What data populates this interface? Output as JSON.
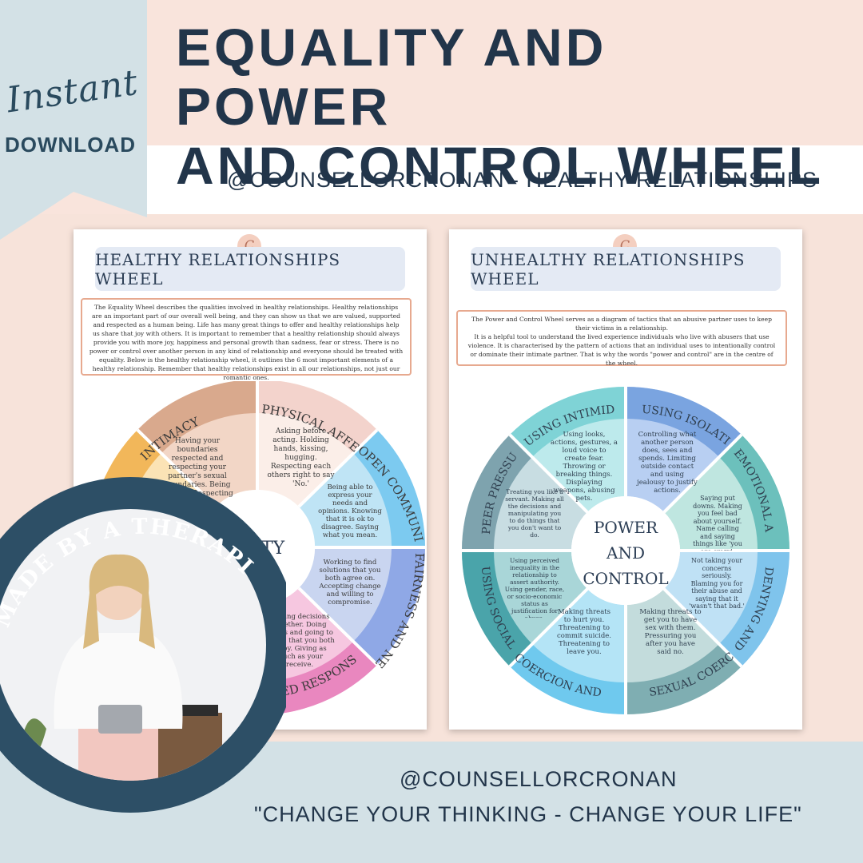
{
  "header": {
    "instant": "Instant",
    "download": "DOWNLOAD",
    "title_line1": "EQUALITY AND POWER",
    "title_line2": "AND CONTROL WHEEL",
    "subtitle": "@COUNSELLORCRONAN - HEALTHY RELATIONSHIPS"
  },
  "healthy_card": {
    "title": "HEALTHY RELATIONSHIPS WHEEL",
    "description": "The Equality Wheel describes the qualities involved in healthy relationships. Healthy relationships are an important part of our overall well being, and they can show us that we are valued, supported and respected as a human being. Life has many great things to offer and healthy relationships help us share that joy with others. It is important to remember that a healthy relationship should always provide you with more joy, happiness and personal growth than sadness, fear or stress. There is no power or control over another person in any kind of relationship and everyone should be treated with equality. Below is the healthy relationship wheel, it outlines the 6 most important elements of a healthy relationship. Remember that healthy relationships exist in all our relationships, not just our romantic ones.",
    "center": "ALITY",
    "segments": [
      {
        "label": "INTIMACY",
        "text": "Having your boundaries respected and respecting your partner's sexual boundaries. Being faithful. Respecting privacy."
      },
      {
        "label": "PHYSICAL AFFECTION",
        "text": "Asking before acting. Holding hands, kissing, hugging. Respecting each others right to say 'No.'"
      },
      {
        "label": "OPEN COMMUNICATION",
        "text": "Being able to express your needs and opinions. Knowing that it is ok to disagree. Saying what you mean."
      },
      {
        "label": "FAIRNESS AND NEGOTIATION",
        "text": "Working to find solutions that you both agree on. Accepting change and willing to compromise."
      },
      {
        "label": "SHARED RESPONSIBILITY",
        "text": "Making decisions together. Doing things and going to places that you both enjoy. Giving as much as your receive."
      }
    ]
  },
  "unhealthy_card": {
    "title": "UNHEALTHY RELATIONSHIPS WHEEL",
    "description_lines": [
      "The Power and Control Wheel serves as a diagram of tactics that an abusive partner uses to keep their victims in a relationship.",
      "It is a helpful tool to understand the lived experience individuals who live with abusers that use violence. It is characterised by the pattern of actions that an individual uses to intentionally control or dominate their intimate partner. That is why the words \"power and control\" are in the centre of the wheel."
    ],
    "center": [
      "POWER",
      "AND",
      "CONTROL"
    ],
    "segments": [
      {
        "label": "USING ISOLATION",
        "text": "Controlling what another person does, sees and spends. Limiting outside contact and using jealousy to justify actions."
      },
      {
        "label": "EMOTIONAL ABUSE",
        "text": "Saying put downs. Making you feel bad about yourself. Name calling and saying things like 'you are crazy'."
      },
      {
        "label": "DENYING AND BLAMING",
        "text": "Not taking your concerns seriously. Blaming you for their abuse and saying that it 'wasn't that bad.'"
      },
      {
        "label": "SEXUAL COERCION",
        "text": "Making threats to get you to have sex with them. Pressuring you after you have said no."
      },
      {
        "label": "COERCION AND THREATS",
        "text": "Making threats to hurt you. Threatening to commit suicide. Threatening to leave you."
      },
      {
        "label": "USING SOCIAL STATUS",
        "text": "Using perceived inequality in the relationship to assert authority. Using gender, race, or socio-economic status as justification for abuse."
      },
      {
        "label": "PEER PRESSURE",
        "text": "Treating you like a servant. Making all the decisions and manipulating you to do things that you don't want to do."
      },
      {
        "label": "USING INTIMIDATION",
        "text": "Using looks, actions, gestures, a loud voice to create fear. Throwing or breaking things. Displaying weapons, abusing pets."
      }
    ]
  },
  "badge": {
    "text": "MADE BY A THERAPIST"
  },
  "footer": {
    "handle": "@COUNSELLORCRONAN",
    "quote": "\"CHANGE YOUR THINKING - CHANGE YOUR LIFE\""
  },
  "colors": {
    "navy": "#22354a",
    "badge_ring": "#2d4f66",
    "pink_bg": "#f9e4dc",
    "blue_bg": "#d3e1e6"
  }
}
